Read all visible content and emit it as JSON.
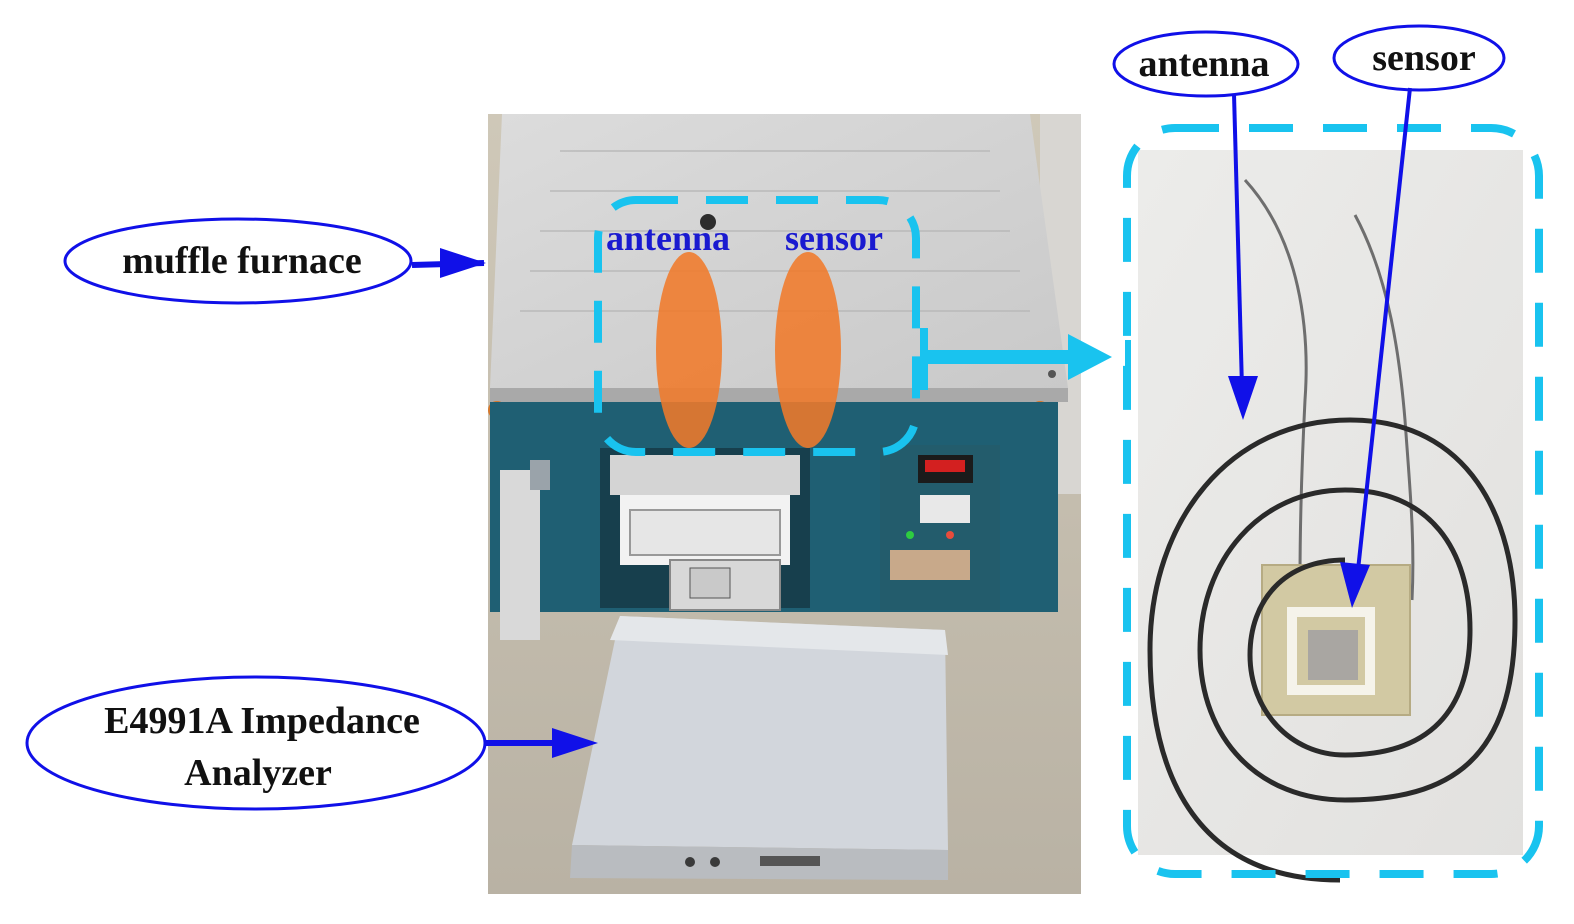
{
  "callouts": {
    "muffle_furnace": "muffle furnace",
    "impedance_analyzer_line1": "E4991A Impedance",
    "impedance_analyzer_line2": "Analyzer",
    "antenna_top": "antenna",
    "sensor_top": "sensor",
    "antenna_inset": "antenna",
    "sensor_inset": "sensor"
  },
  "colors": {
    "arrow_blue": "#1010e8",
    "dash_cyan": "#19c3ef",
    "ellipse_orange": "#f07a2a",
    "furnace_teal": "#1f5f73",
    "label_blue": "#1a1ad0"
  },
  "photos": {
    "left": "muffle furnace with impedance analyzer",
    "right": "spiral antenna around square sensor"
  }
}
